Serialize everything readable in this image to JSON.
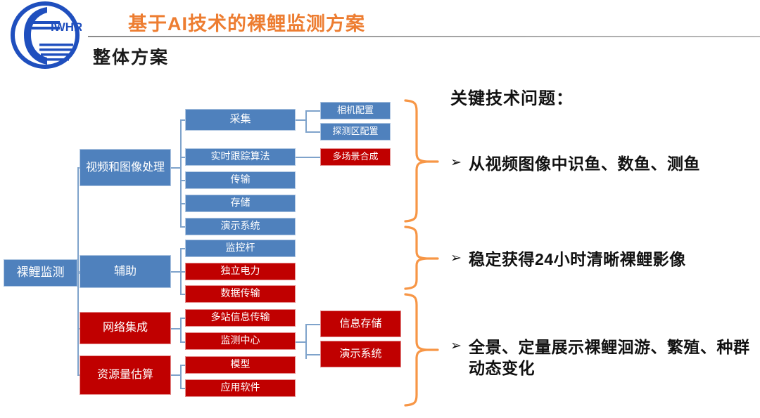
{
  "header": {
    "logo_name": "iwhr-logo",
    "logo_text": "IWHR",
    "title": "基于AI技术的裸鲤监测方案",
    "subtitle": "整体方案",
    "title_color": "#ED7D31",
    "subtitle_color": "#1A1A1A"
  },
  "colors": {
    "blue": "#4F81BD",
    "red": "#C00000",
    "orange": "#F79646",
    "connector": "#7FA3CB"
  },
  "diagram": {
    "root": {
      "label": "裸鲤监测",
      "color": "blue"
    },
    "level2": [
      {
        "label": "视频和图像处理",
        "color": "blue"
      },
      {
        "label": "辅助",
        "color": "blue"
      },
      {
        "label": "网络集成",
        "color": "red"
      },
      {
        "label": "资源量估算",
        "color": "red"
      }
    ],
    "level3": [
      {
        "label": "采集",
        "color": "blue"
      },
      {
        "label": "实时跟踪算法",
        "color": "blue"
      },
      {
        "label": "传输",
        "color": "blue"
      },
      {
        "label": "存储",
        "color": "blue"
      },
      {
        "label": "演示系统",
        "color": "blue"
      },
      {
        "label": "监控杆",
        "color": "blue"
      },
      {
        "label": "独立电力",
        "color": "red"
      },
      {
        "label": "数据传输",
        "color": "red"
      },
      {
        "label": "多站信息传输",
        "color": "red"
      },
      {
        "label": "监测中心",
        "color": "red"
      },
      {
        "label": "模型",
        "color": "red"
      },
      {
        "label": "应用软件",
        "color": "red"
      }
    ],
    "level4": [
      {
        "label": "相机配置",
        "color": "blue"
      },
      {
        "label": "探测区配置",
        "color": "blue"
      },
      {
        "label": "多场景合成",
        "color": "red"
      },
      {
        "label": "信息存储",
        "color": "red"
      },
      {
        "label": "演示系统",
        "color": "red"
      }
    ]
  },
  "panel": {
    "title": "关键技术问题：",
    "bullet_marker": "➢",
    "bullets": [
      {
        "text": "从视频图像中识鱼、数鱼、测鱼"
      },
      {
        "text": "稳定获得24小时清晰裸鲤影像"
      },
      {
        "text": "全景、定量展示裸鲤洄游、繁殖、种群动态变化"
      }
    ]
  }
}
